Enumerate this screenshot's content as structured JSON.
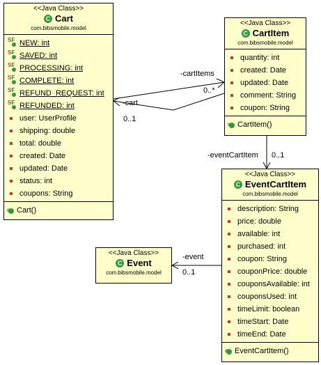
{
  "stereotype": "<<Java Class>>",
  "classes": {
    "cart": {
      "name": "Cart",
      "package": "com.bibsmobile.model",
      "static_fields": [
        "NEW: int",
        "SAVED: int",
        "PROCESSING: int",
        "COMPLETE: int",
        "REFUND_REQUEST: int",
        "REFUNDED: int"
      ],
      "fields": [
        "user: UserProfile",
        "shipping: double",
        "total: double",
        "created: Date",
        "updated: Date",
        "status: int",
        "coupons: String"
      ],
      "constructor": "Cart()"
    },
    "cartitem": {
      "name": "CartItem",
      "package": "com.bibsmobile.model",
      "fields": [
        "quantity: int",
        "created: Date",
        "updated: Date",
        "comment: String",
        "coupon: String"
      ],
      "constructor": "CartItem()"
    },
    "eventcartitem": {
      "name": "EventCartItem",
      "package": "com.bibsmobile.model",
      "fields": [
        "description: String",
        "price: double",
        "available: int",
        "purchased: int",
        "coupon: String",
        "couponPrice: double",
        "couponsAvailable: int",
        "couponsUsed: int",
        "timeLimit: boolean",
        "timeStart: Date",
        "timeEnd: Date"
      ],
      "constructor": "EventCartItem()"
    },
    "event": {
      "name": "Event",
      "package": "com.bibsmobile.model"
    }
  },
  "associations": {
    "cart_items": {
      "role": "-cartItems",
      "multiplicity": "0..*"
    },
    "cart": {
      "role": "-cart",
      "multiplicity": "0..1"
    },
    "event_cart_item": {
      "role": "-eventCartItem",
      "multiplicity": "0..1"
    },
    "event": {
      "role": "-event",
      "multiplicity": "0..1"
    }
  }
}
